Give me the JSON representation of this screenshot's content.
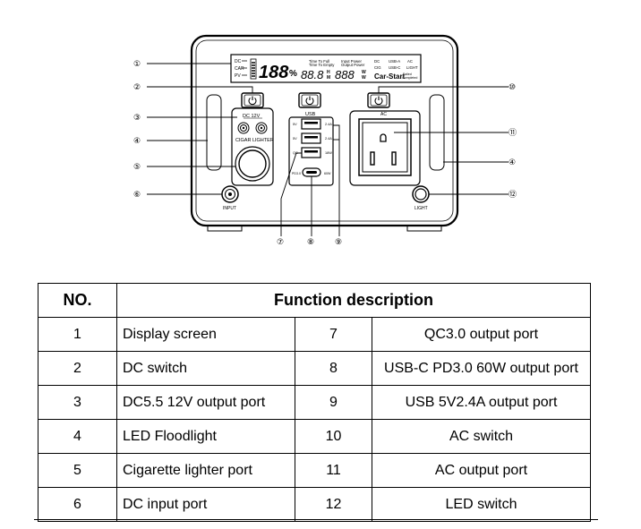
{
  "device": {
    "display": {
      "source_dc": "DC",
      "source_car": "CAR",
      "source_pv": "PV",
      "percent_digits": "188",
      "percent_sign": "%",
      "time_label_1": "Time To Full",
      "time_label_2": "Time To Empty",
      "time_digits": "88.8",
      "time_unit_h": "H",
      "time_unit_m": "M",
      "power_label_1": "Input Power",
      "power_label_2": "Output Power",
      "power_digits": "888",
      "power_unit_w1": "W",
      "power_unit_w2": "W",
      "flag_dc": "DC",
      "flag_usba": "USB-A",
      "flag_ac": "AC",
      "flag_cig": "CIG",
      "flag_usbc": "USB-C",
      "flag_light": "LIGHT",
      "car_start": "Car-Start",
      "car_start_note_1": "Failed",
      "car_start_note_2": "Completed"
    },
    "labels": {
      "dc12v": "DC 12V",
      "cigar_lighter": "CIGAR   LIGHTER",
      "input": "INPUT",
      "usb": "USB",
      "ac": "AC",
      "light": "LIGHT",
      "usb_5v_1": "5V",
      "usb_5v_2": "5V",
      "usb_qc": "QC",
      "usb_24a_1": "2.4A",
      "usb_24a_2": "2.4A",
      "usb_18w": "18W",
      "usbc_pd": "PD3.0",
      "usbc_60w": "60W"
    },
    "callouts": {
      "c1": "①",
      "c2": "②",
      "c3": "③",
      "c4_left": "④",
      "c5": "⑤",
      "c6": "⑥",
      "c7": "⑦",
      "c8": "⑧",
      "c9": "⑨",
      "c10": "⑩",
      "c11": "⑪",
      "c4_right": "④",
      "c12": "⑫"
    }
  },
  "table": {
    "header_no": "NO.",
    "header_desc": "Function description",
    "rows": [
      {
        "no_a": "1",
        "desc_a": "Display screen",
        "no_b": "7",
        "desc_b": "QC3.0 output port"
      },
      {
        "no_a": "2",
        "desc_a": "DC switch",
        "no_b": "8",
        "desc_b": "USB-C PD3.0 60W output port"
      },
      {
        "no_a": "3",
        "desc_a": "DC5.5 12V output port",
        "no_b": "9",
        "desc_b": "USB 5V2.4A output port"
      },
      {
        "no_a": "4",
        "desc_a": "LED Floodlight",
        "no_b": "10",
        "desc_b": "AC switch"
      },
      {
        "no_a": "5",
        "desc_a": "Cigarette lighter port",
        "no_b": "11",
        "desc_b": "AC output port"
      },
      {
        "no_a": "6",
        "desc_a": "DC input port",
        "no_b": "12",
        "desc_b": "LED switch"
      }
    ]
  }
}
